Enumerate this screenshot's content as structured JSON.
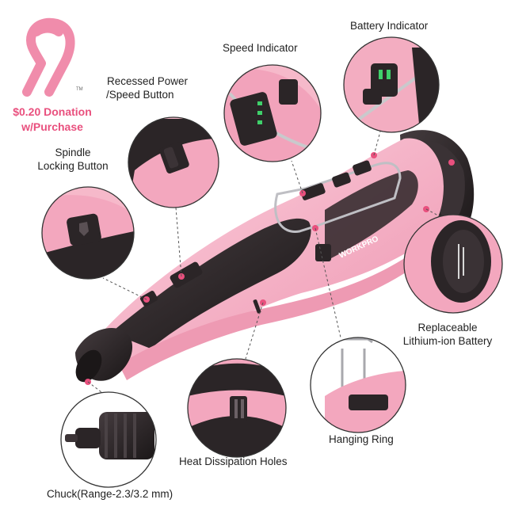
{
  "donation": {
    "line1": "$0.20 Donation",
    "line2": "w/Purchase",
    "color": "#e9507e",
    "ribbon_color": "#f08cab",
    "trademark": "TM"
  },
  "brand_text": "WORKPRO",
  "callouts": {
    "battery_indicator": "Battery Indicator",
    "speed_indicator": "Speed Indicator",
    "power_button_line1": "Recessed Power",
    "power_button_line2": "/Speed Button",
    "spindle_line1": "Spindle",
    "spindle_line2": "Locking Button",
    "battery_line1": "Replaceable",
    "battery_line2": "Lithium-ion Battery",
    "hanging_ring": "Hanging Ring",
    "heat_holes": "Heat Dissipation Holes",
    "chuck": "Chuck(Range-2.3/3.2 mm)"
  },
  "colors": {
    "tool_pink": "#f4a9bf",
    "tool_pink_light": "#f9c9d7",
    "tool_dark": "#2b2527",
    "accent_dot": "#e9507e",
    "led_green": "#3fd06a"
  }
}
